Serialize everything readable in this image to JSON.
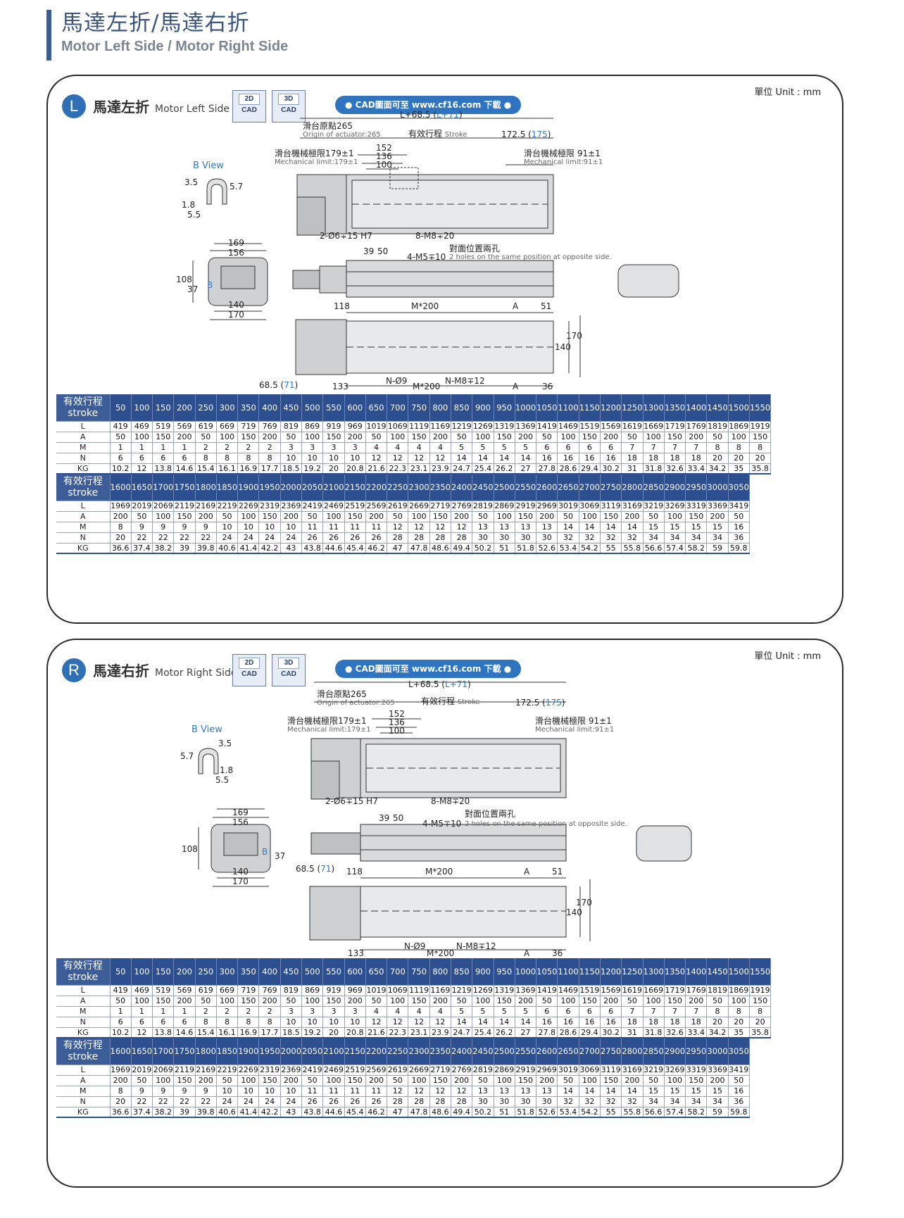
{
  "page": {
    "title_zh": "馬達左折/馬達右折",
    "title_en": "Motor Left Side / Motor Right Side"
  },
  "left": {
    "badge": "L",
    "title_zh": "馬達左折",
    "title_en": "Motor Left Side",
    "unit": "單位 Unit : mm",
    "cad2d": {
      "top": "2D",
      "bottom": "CAD"
    },
    "cad3d": {
      "top": "3D",
      "bottom": "CAD"
    },
    "cad_link": "● CAD圖面可至 www.cf16.com 下載 ●",
    "dims": {
      "total_len": "L+68.5 (",
      "total_len_alt": "L+71",
      "origin_zh": "滑台原點265",
      "origin_en": "Origin of actuator:265",
      "stroke_zh": "有效行程",
      "stroke_en": "Stroke",
      "right_end": "172.5 (",
      "right_end_alt": "175",
      "d152": "152",
      "d136": "136",
      "d100": "100",
      "mech_left_zh": "滑台機械極限179±1",
      "mech_left_en": "Mechanical limit:179±1",
      "mech_right_zh": "滑台機械極限 91±1",
      "mech_right_en": "Mechanical limit:91±1",
      "bview": "B View",
      "b35": "3.5",
      "b57": "5.7",
      "b18": "1.8",
      "b55": "5.5",
      "pin_hole": "2-Ø6∓15 H7",
      "m8_top": "8-M8∓20",
      "d169": "169",
      "d156": "156",
      "d39": "39",
      "d50": "50",
      "m5": "4-M5∓10",
      "opp_zh": "對面位置兩孔",
      "opp_en": "2 holes on the same position at opposite side.",
      "d108": "108",
      "d37": "37",
      "bmark": "B",
      "d140": "140",
      "d170": "170",
      "d118": "118",
      "m200": "M*200",
      "a": "A",
      "d51": "51",
      "d140v": "140",
      "d170v": "170",
      "d685": "68.5 (",
      "d685_alt": "71",
      "d133": "133",
      "n9": "N-Ø9",
      "m200b": "M*200",
      "nm8": "N-M8∓12",
      "ab": "A",
      "d36": "36"
    }
  },
  "right": {
    "badge": "R",
    "title_zh": "馬達右折",
    "title_en": "Motor Right Side",
    "unit": "單位 Unit : mm",
    "cad2d": {
      "top": "2D",
      "bottom": "CAD"
    },
    "cad3d": {
      "top": "3D",
      "bottom": "CAD"
    },
    "cad_link": "● CAD圖面可至 www.cf16.com 下載 ●",
    "dims": {
      "total_len": "L+68.5 (",
      "total_len_alt": "L+71",
      "origin_zh": "滑台原點265",
      "origin_en": "Origin of actuator:265",
      "stroke_zh": "有效行程",
      "stroke_en": "Stroke",
      "right_end": "172.5 (",
      "right_end_alt": "175",
      "d152": "152",
      "d136": "136",
      "d100": "100",
      "mech_left_zh": "滑台機械極限179±1",
      "mech_left_en": "Mechanical limit:179±1",
      "mech_right_zh": "滑台機械極限 91±1",
      "mech_right_en": "Mechanical limit:91±1",
      "bview": "B View",
      "b35": "3.5",
      "b57": "5.7",
      "b18": "1.8",
      "b55": "5.5",
      "pin_hole": "2-Ø6∓15 H7",
      "m8_top": "8-M8∓20",
      "d169": "169",
      "d156": "156",
      "d39": "39",
      "d50": "50",
      "m5": "4-M5∓10",
      "opp_zh": "對面位置兩孔",
      "opp_en": "2 holes on the same position at opposite side.",
      "d108": "108",
      "d37": "37",
      "bmark": "B",
      "d140": "140",
      "d170": "170",
      "d118": "118",
      "m200": "M*200",
      "a": "A",
      "d51": "51",
      "d140v": "140",
      "d170v": "170",
      "d685": "68.5 (",
      "d685_alt": "71",
      "d133": "133",
      "n9": "N-Ø9",
      "m200b": "M*200",
      "nm8": "N-M8∓12",
      "ab": "A",
      "d36": "36"
    }
  },
  "table": {
    "header_zh": "有效行程",
    "header_en": "stroke",
    "blocks": [
      {
        "stroke": [
          "50",
          "100",
          "150",
          "200",
          "250",
          "300",
          "350",
          "400",
          "450",
          "500",
          "550",
          "600",
          "650",
          "700",
          "750",
          "800",
          "850",
          "900",
          "950",
          "1000",
          "1050",
          "1100",
          "1150",
          "1200",
          "1250",
          "1300",
          "1350",
          "1400",
          "1450",
          "1500",
          "1550"
        ],
        "rows": [
          {
            "label": "L",
            "values": [
              "419",
              "469",
              "519",
              "569",
              "619",
              "669",
              "719",
              "769",
              "819",
              "869",
              "919",
              "969",
              "1019",
              "1069",
              "1119",
              "1169",
              "1219",
              "1269",
              "1319",
              "1369",
              "1419",
              "1469",
              "1519",
              "1569",
              "1619",
              "1669",
              "1719",
              "1769",
              "1819",
              "1869",
              "1919"
            ]
          },
          {
            "label": "A",
            "values": [
              "50",
              "100",
              "150",
              "200",
              "50",
              "100",
              "150",
              "200",
              "50",
              "100",
              "150",
              "200",
              "50",
              "100",
              "150",
              "200",
              "50",
              "100",
              "150",
              "200",
              "50",
              "100",
              "150",
              "200",
              "50",
              "100",
              "150",
              "200",
              "50",
              "100",
              "150"
            ]
          },
          {
            "label": "M",
            "values": [
              "1",
              "1",
              "1",
              "1",
              "2",
              "2",
              "2",
              "2",
              "3",
              "3",
              "3",
              "3",
              "4",
              "4",
              "4",
              "4",
              "5",
              "5",
              "5",
              "5",
              "6",
              "6",
              "6",
              "6",
              "7",
              "7",
              "7",
              "7",
              "8",
              "8",
              "8"
            ]
          },
          {
            "label": "N",
            "values": [
              "6",
              "6",
              "6",
              "6",
              "8",
              "8",
              "8",
              "8",
              "10",
              "10",
              "10",
              "10",
              "12",
              "12",
              "12",
              "12",
              "14",
              "14",
              "14",
              "14",
              "16",
              "16",
              "16",
              "16",
              "18",
              "18",
              "18",
              "18",
              "20",
              "20",
              "20"
            ]
          },
          {
            "label": "KG",
            "values": [
              "10.2",
              "12",
              "13.8",
              "14.6",
              "15.4",
              "16.1",
              "16.9",
              "17.7",
              "18.5",
              "19.2",
              "20",
              "20.8",
              "21.6",
              "22.3",
              "23.1",
              "23.9",
              "24.7",
              "25.4",
              "26.2",
              "27",
              "27.8",
              "28.6",
              "29.4",
              "30.2",
              "31",
              "31.8",
              "32.6",
              "33.4",
              "34.2",
              "35",
              "35.8"
            ]
          }
        ]
      },
      {
        "stroke": [
          "1600",
          "1650",
          "1700",
          "1750",
          "1800",
          "1850",
          "1900",
          "1950",
          "2000",
          "2050",
          "2100",
          "2150",
          "2200",
          "2250",
          "2300",
          "2350",
          "2400",
          "2450",
          "2500",
          "2550",
          "2600",
          "2650",
          "2700",
          "2750",
          "2800",
          "2850",
          "2900",
          "2950",
          "3000",
          "3050"
        ],
        "rows": [
          {
            "label": "L",
            "values": [
              "1969",
              "2019",
              "2069",
              "2119",
              "2169",
              "2219",
              "2269",
              "2319",
              "2369",
              "2419",
              "2469",
              "2519",
              "2569",
              "2619",
              "2669",
              "2719",
              "2769",
              "2819",
              "2869",
              "2919",
              "2969",
              "3019",
              "3069",
              "3119",
              "3169",
              "3219",
              "3269",
              "3319",
              "3369",
              "3419"
            ]
          },
          {
            "label": "A",
            "values": [
              "200",
              "50",
              "100",
              "150",
              "200",
              "50",
              "100",
              "150",
              "200",
              "50",
              "100",
              "150",
              "200",
              "50",
              "100",
              "150",
              "200",
              "50",
              "100",
              "150",
              "200",
              "50",
              "100",
              "150",
              "200",
              "50",
              "100",
              "150",
              "200",
              "50"
            ]
          },
          {
            "label": "M",
            "values": [
              "8",
              "9",
              "9",
              "9",
              "9",
              "10",
              "10",
              "10",
              "10",
              "11",
              "11",
              "11",
              "11",
              "12",
              "12",
              "12",
              "12",
              "13",
              "13",
              "13",
              "13",
              "14",
              "14",
              "14",
              "14",
              "15",
              "15",
              "15",
              "15",
              "16"
            ]
          },
          {
            "label": "N",
            "values": [
              "20",
              "22",
              "22",
              "22",
              "22",
              "24",
              "24",
              "24",
              "24",
              "26",
              "26",
              "26",
              "26",
              "28",
              "28",
              "28",
              "28",
              "30",
              "30",
              "30",
              "30",
              "32",
              "32",
              "32",
              "32",
              "34",
              "34",
              "34",
              "34",
              "36"
            ]
          },
          {
            "label": "KG",
            "values": [
              "36.6",
              "37.4",
              "38.2",
              "39",
              "39.8",
              "40.6",
              "41.4",
              "42.2",
              "43",
              "43.8",
              "44.6",
              "45.4",
              "46.2",
              "47",
              "47.8",
              "48.6",
              "49.4",
              "50.2",
              "51",
              "51.8",
              "52.6",
              "53.4",
              "54.2",
              "55",
              "55.8",
              "56.6",
              "57.4",
              "58.2",
              "59",
              "59.8"
            ]
          }
        ]
      }
    ]
  }
}
